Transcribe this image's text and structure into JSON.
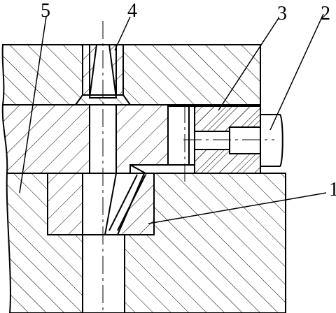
{
  "colors": {
    "line": "#000000",
    "background": "#ffffff"
  },
  "callouts": [
    {
      "id": "callout-1",
      "text": "1"
    },
    {
      "id": "callout-2",
      "text": "2"
    },
    {
      "id": "callout-3",
      "text": "3"
    },
    {
      "id": "callout-4",
      "text": "4"
    },
    {
      "id": "callout-5",
      "text": "5"
    }
  ]
}
